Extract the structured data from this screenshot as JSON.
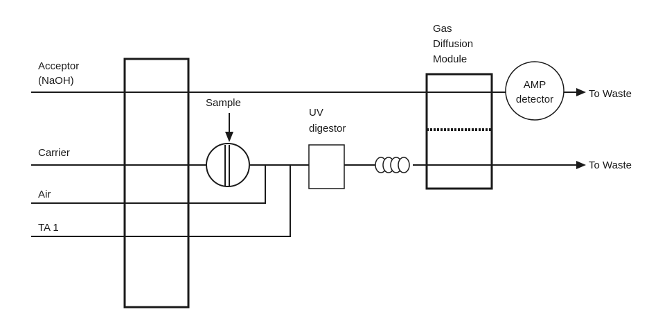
{
  "labels": {
    "acceptor_line1": "Acceptor",
    "acceptor_line2": "(NaOH)",
    "carrier": "Carrier",
    "air": "Air",
    "ta1": "TA 1",
    "sample": "Sample",
    "uv_line1": "UV",
    "uv_line2": "digestor",
    "gdm_line1": "Gas",
    "gdm_line2": "Diffusion",
    "gdm_line3": "Module",
    "amp_line1": "AMP",
    "amp_line2": "detector",
    "waste_top": "To Waste",
    "waste_bottom": "To Waste"
  }
}
